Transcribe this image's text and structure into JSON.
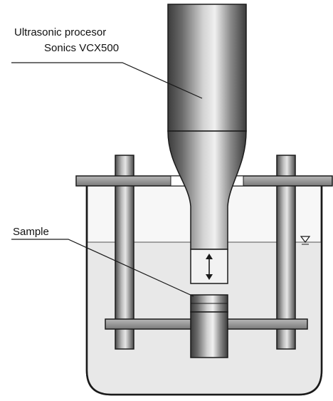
{
  "labels": {
    "processor_line1": "Ultrasonic procesor",
    "processor_line2": "Sonics VCX500",
    "sample": "Sample"
  },
  "colors": {
    "outline": "#1a1a1a",
    "water": "#e9e9e9",
    "vessel_fill": "#f4f4f4",
    "plate_fill": "#9a9a9a",
    "horn_dark": "#4a4a4a",
    "horn_light": "#c8c8c8",
    "sample_fill": "#777777"
  },
  "icons": {
    "vibration": "double-headed-arrow-icon",
    "water_level": "water-level-triangle-icon"
  }
}
